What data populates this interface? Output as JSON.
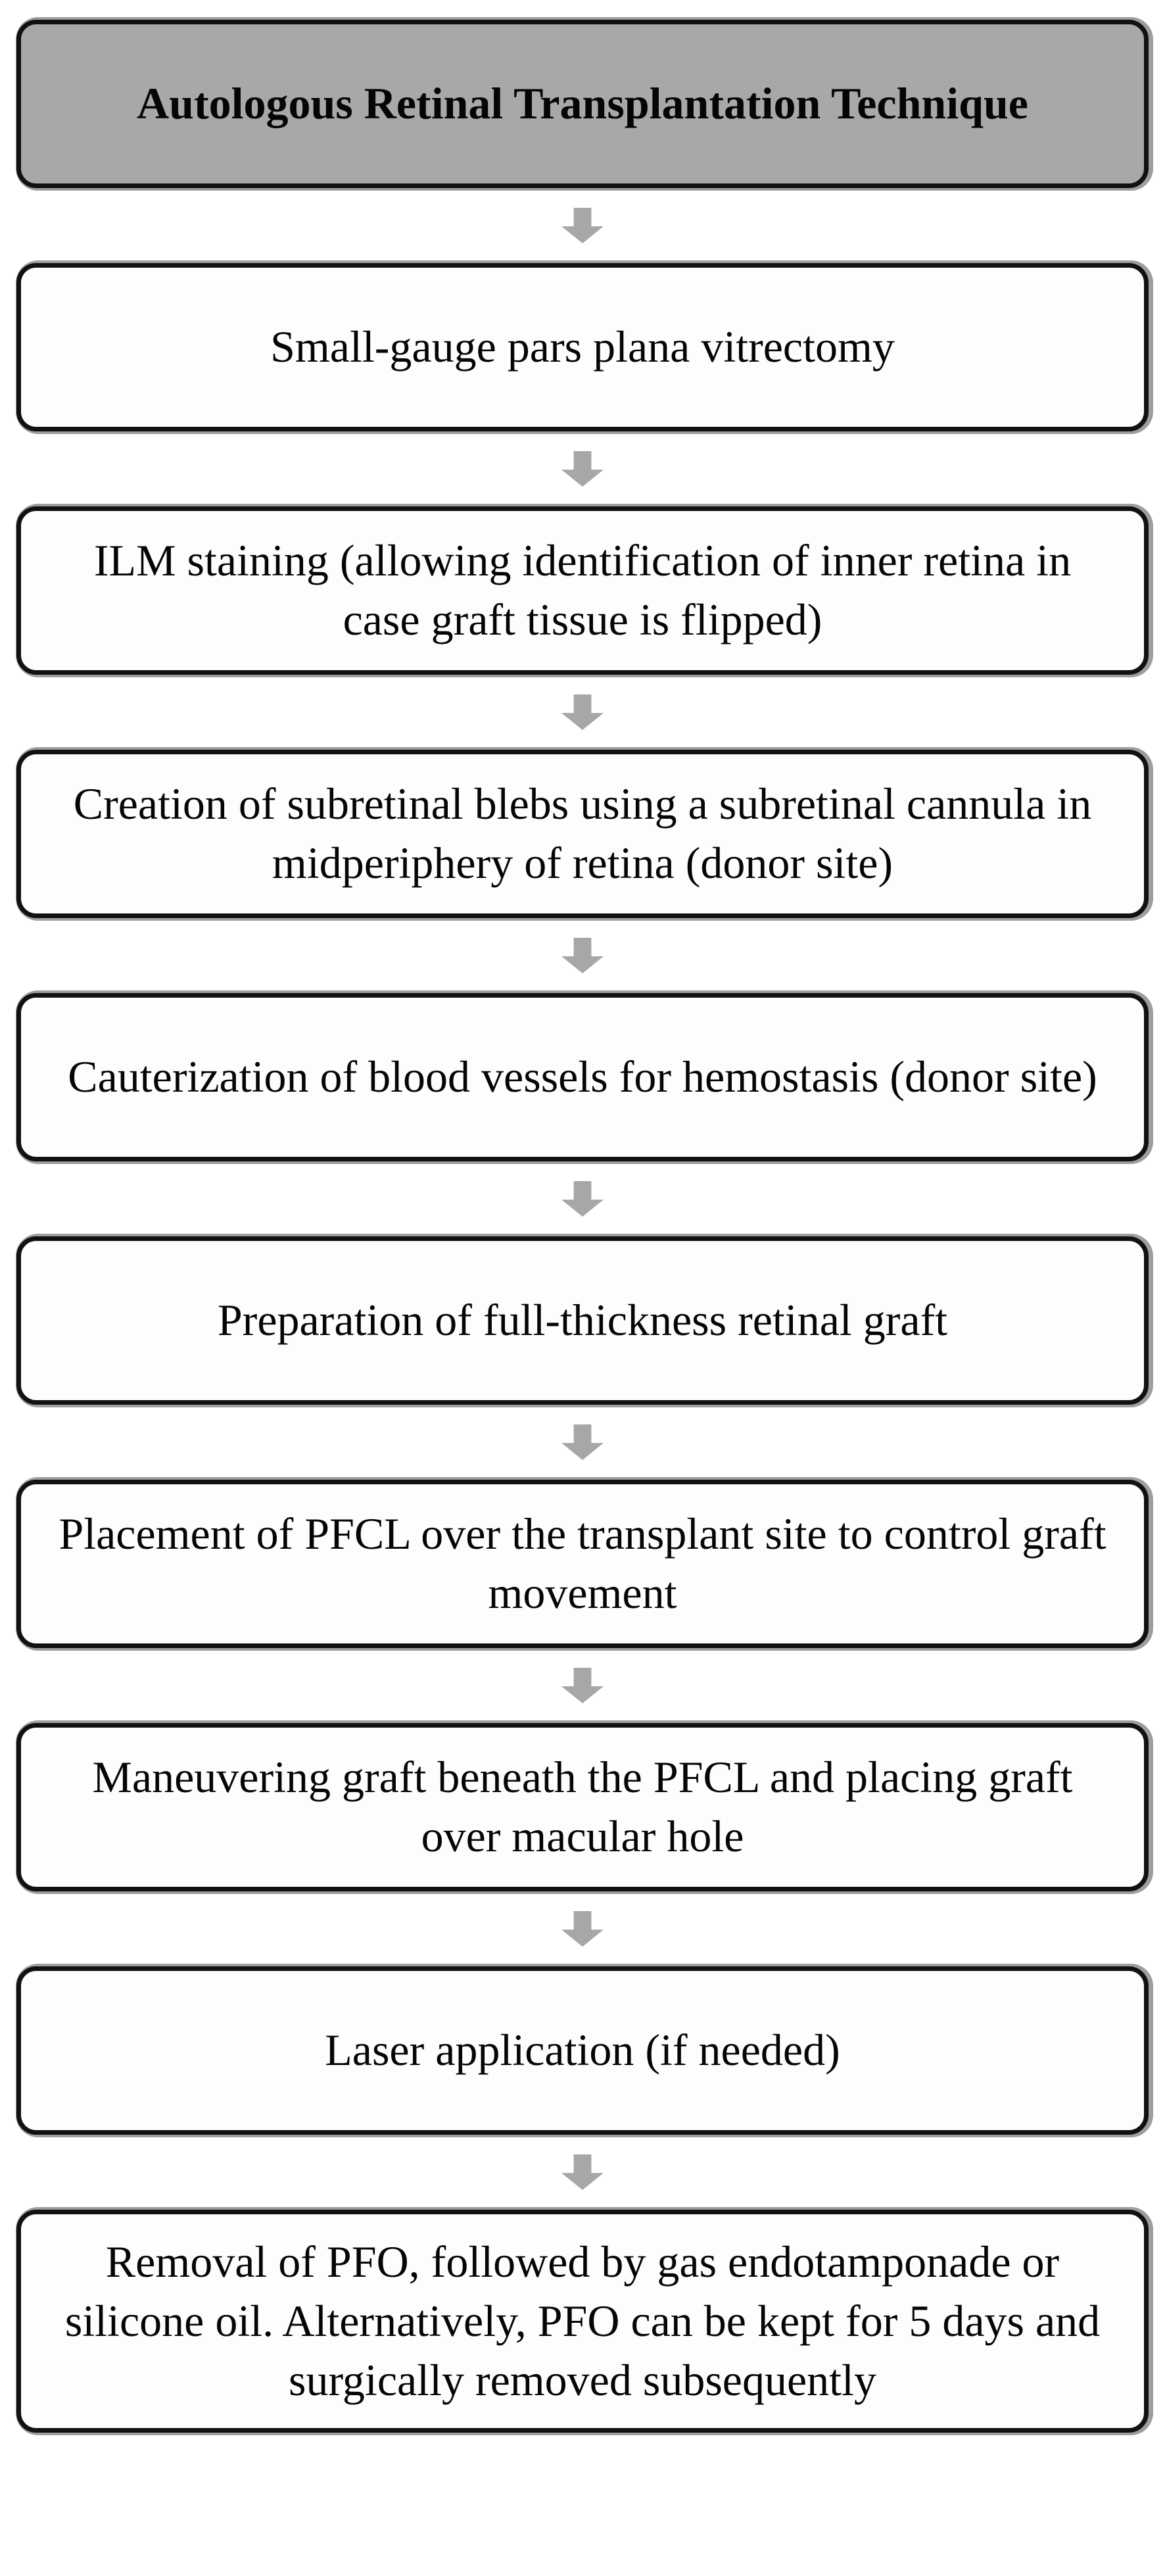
{
  "figure": {
    "type": "flowchart",
    "title": "Autologous Retinal Transplantation Technique",
    "steps": [
      {
        "text": "Small-gauge pars plana vitrectomy"
      },
      {
        "text": "ILM staining (allowing identification of inner retina in case graft tissue is flipped)"
      },
      {
        "text": "Creation of subretinal blebs using a subretinal cannula in midperiphery of retina (donor site)"
      },
      {
        "text": "Cauterization of blood vessels for hemostasis (donor site)"
      },
      {
        "text": "Preparation of full-thickness retinal graft"
      },
      {
        "text": "Placement of PFCL over the transplant site to control graft movement"
      },
      {
        "text": "Maneuvering graft beneath the PFCL and placing graft over macular hole"
      },
      {
        "text": "Laser application (if needed)"
      },
      {
        "text": "Removal of PFO, followed by gas endotamponade or silicone oil. Alternatively, PFO can be kept for 5 days and surgically removed subsequently"
      }
    ],
    "connector": "down-arrow",
    "colors": {
      "header_fill": "#a8a8a8",
      "step_fill": "#fdfdfd",
      "border": "#111111",
      "shadow": "#9e9e9e",
      "arrow": "#a7a7a7",
      "text": "#050505",
      "background": "#ffffff"
    }
  }
}
